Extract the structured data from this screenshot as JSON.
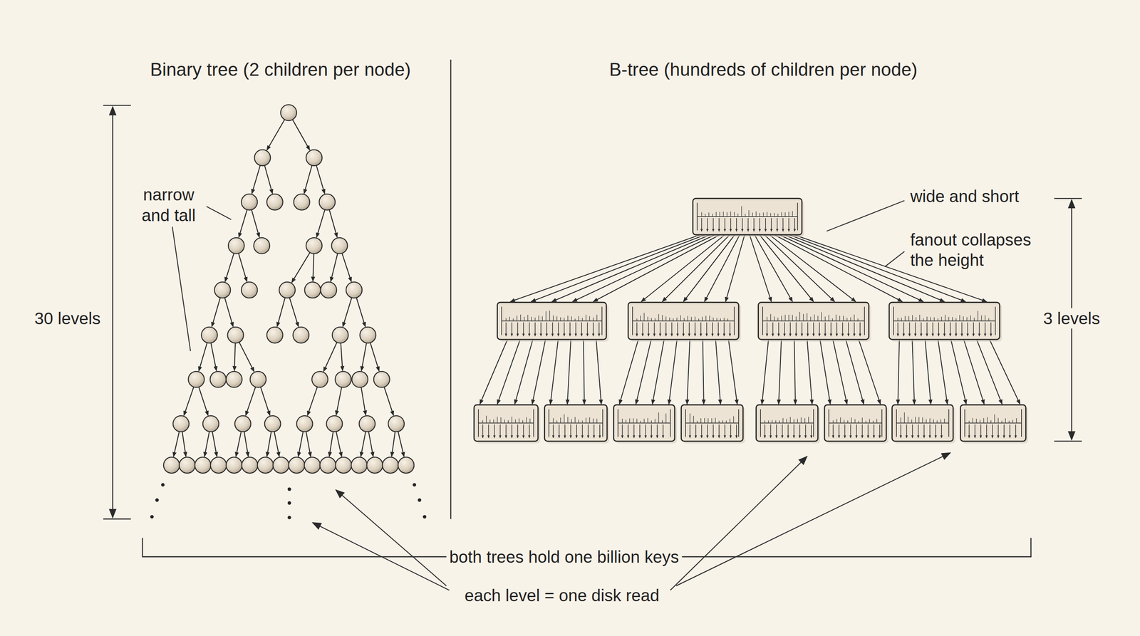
{
  "diagram": {
    "labels": [
      "Binary tree (2 children per node)",
      "B-tree (hundreds of children per node)",
      "narrow and tall",
      "30 levels",
      "wide and short",
      "fanout collapses the height",
      "3 levels",
      "both trees hold one billion keys",
      "each level = one disk read"
    ]
  }
}
